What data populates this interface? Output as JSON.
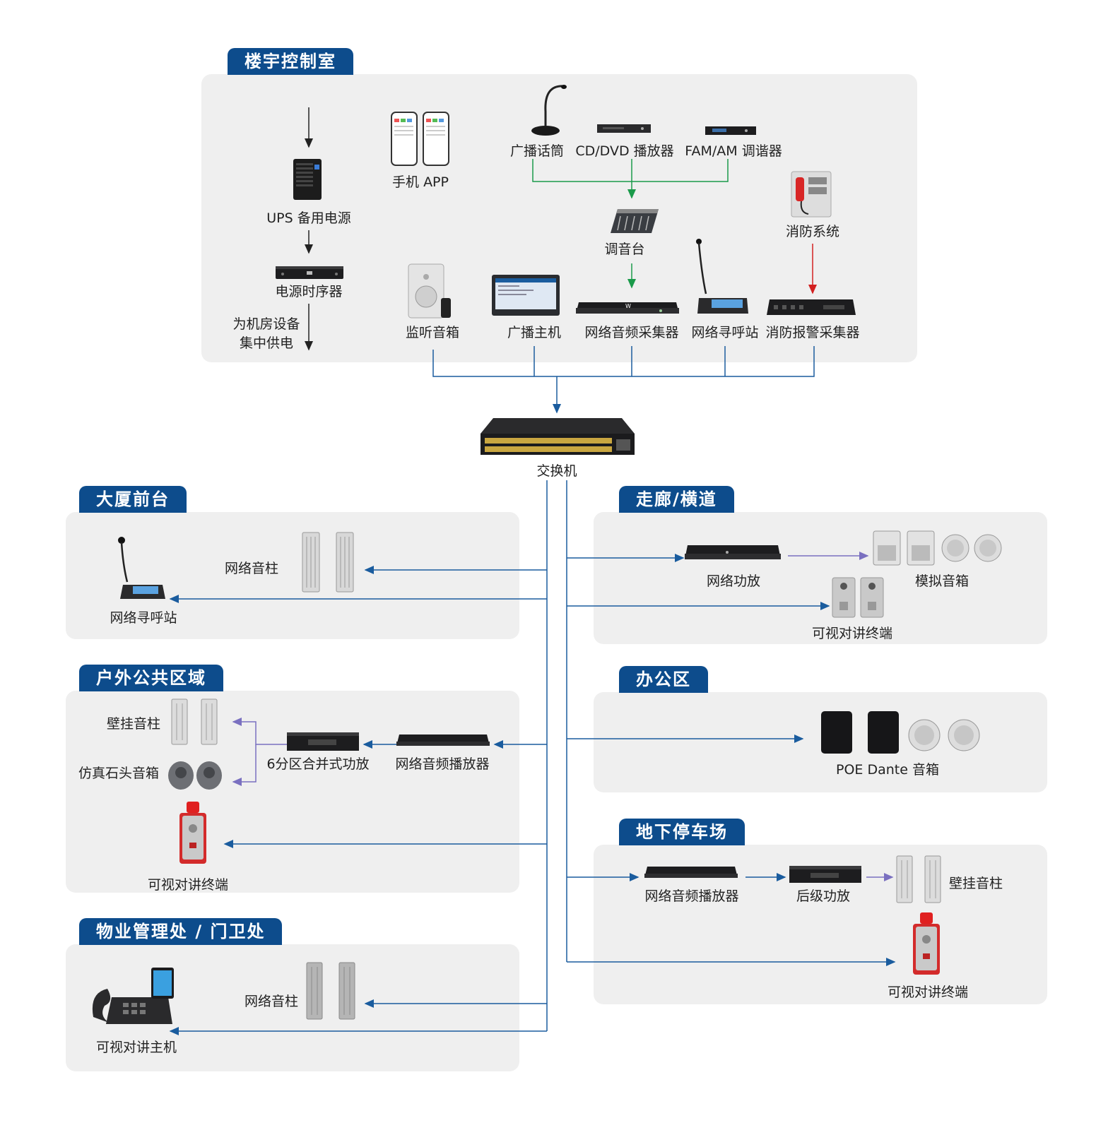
{
  "zones": {
    "control_room": "楼宇控制室",
    "lobby": "大厦前台",
    "corridor": "走廊/横道",
    "outdoor": "户外公共区域",
    "office": "办公区",
    "parking": "地下停车场",
    "property": "物业管理处 / 门卫处"
  },
  "control_room": {
    "ups": "UPS 备用电源",
    "phone_app": "手机 APP",
    "mic": "广播话筒",
    "cd": "CD/DVD 播放器",
    "tuner": "FAM/AM 调谐器",
    "fire_system": "消防系统",
    "mixer": "调音台",
    "sequencer": "电源时序器",
    "power_note_line1": "为机房设备",
    "power_note_line2": "集中供电",
    "monitor_speaker": "监听音箱",
    "broadcast_host": "广播主机",
    "audio_collector": "网络音频采集器",
    "paging_station": "网络寻呼站",
    "fire_collector": "消防报警采集器"
  },
  "switch": "交换机",
  "lobby": {
    "column": "网络音柱",
    "paging": "网络寻呼站"
  },
  "corridor": {
    "amp": "网络功放",
    "analog": "模拟音箱",
    "intercom": "可视对讲终端"
  },
  "outdoor": {
    "wall_column": "壁挂音柱",
    "rock": "仿真石头音箱",
    "zone_amp": "6分区合并式功放",
    "player": "网络音频播放器",
    "intercom": "可视对讲终端"
  },
  "office": {
    "poe": "POE Dante 音箱"
  },
  "parking": {
    "player": "网络音频播放器",
    "post_amp": "后级功放",
    "wall_column": "壁挂音柱",
    "intercom": "可视对讲终端"
  },
  "property": {
    "column": "网络音柱",
    "intercom_host": "可视对讲主机"
  },
  "colors": {
    "tab": "#0d4c8c",
    "blue_line": "#1a5c9e",
    "green_line": "#1a9a4a",
    "red_line": "#d22020",
    "purple_line": "#7a70c0",
    "panel": "#efefef"
  }
}
